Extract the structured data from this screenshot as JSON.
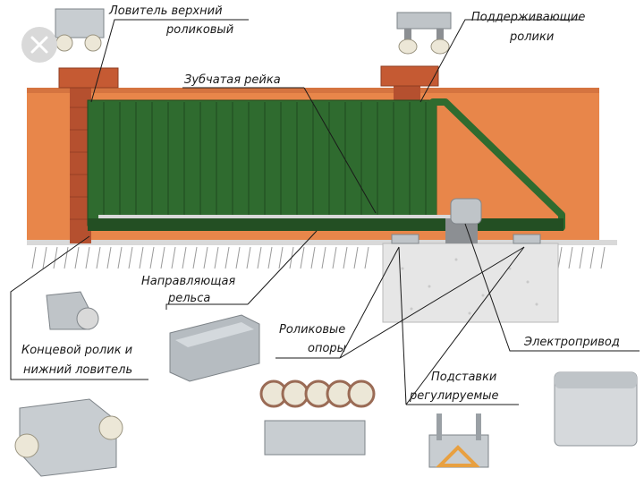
{
  "title": "Схема откатных ворот",
  "labels": {
    "upper_catcher_line1": "Ловитель верхний",
    "upper_catcher_line2": "роликовый",
    "support_rollers_line1": "Поддерживающие",
    "support_rollers_line2": "ролики",
    "gear_rack": "Зубчатая рейка",
    "guide_rail_line1": "Направляющая",
    "guide_rail_line2": "рельса",
    "roller_supports_line1": "Роликовые",
    "roller_supports_line2": "опоры",
    "end_roller_line1": "Концевой ролик и",
    "end_roller_line2": "нижний ловитель",
    "electric_drive": "Электропривод",
    "adjustable_stands_line1": "Подставки",
    "adjustable_stands_line2": "регулируемые"
  },
  "colors": {
    "gate": "#2f6b2f",
    "gate_dark": "#234f23",
    "wall": "#e8864a",
    "brick": "#b5502f",
    "brick_cap": "#c55a33",
    "concrete": "#e6e6e6",
    "metal": "#bfc4c8"
  }
}
